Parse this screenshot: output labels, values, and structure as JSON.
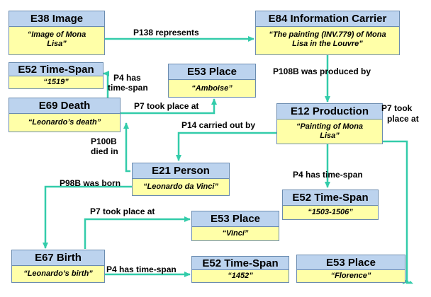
{
  "colors": {
    "header_fill": "#bcd3ee",
    "body_fill": "#ffffa8",
    "border": "#6b8cb0",
    "arrow": "#33ccaa"
  },
  "nodes": {
    "e38_image": {
      "type": "E38 Image",
      "value": "“Image of Mona Lisa”"
    },
    "e84_info": {
      "type": "E84 Information Carrier",
      "value": "“The painting (INV.779) of Mona Lisa in the Louvre”"
    },
    "e52_ts_1519": {
      "type": "E52 Time-Span",
      "value": "“1519”"
    },
    "e53_amboise": {
      "type": "E53 Place",
      "value": "“Amboise”"
    },
    "e69_death": {
      "type": "E69 Death",
      "value": "“Leonardo’s death”"
    },
    "e12_production": {
      "type": "E12 Production",
      "value": "“Painting of Mona Lisa”"
    },
    "e21_person": {
      "type": "E21 Person",
      "value": "“Leonardo da Vinci”"
    },
    "e52_ts_1503": {
      "type": "E52 Time-Span",
      "value": "“1503-1506”"
    },
    "e53_vinci": {
      "type": "E53 Place",
      "value": "“Vinci”"
    },
    "e67_birth": {
      "type": "E67 Birth",
      "value": "“Leonardo’s birth”"
    },
    "e52_ts_1452": {
      "type": "E52 Time-Span",
      "value": "“1452”"
    },
    "e53_florence": {
      "type": "E53 Place",
      "value": "“Florence”"
    }
  },
  "edges": {
    "p138": "P138 represents",
    "p108b": "P108B was produced by",
    "p4_death_l1": "P4 has",
    "p4_death_l2": "time-span",
    "p7_death": "P7 took place at",
    "p7_prod_l1": "P7 took",
    "p7_prod_l2": "place at",
    "p14": "P14  carried out  by",
    "p100b_l1": "P100B",
    "p100b_l2": "died in",
    "p4_prod": "P4 has time-span",
    "p98b": "P98B was born",
    "p7_birth": "P7 took place at",
    "p4_birth": "P4 has time-span"
  }
}
